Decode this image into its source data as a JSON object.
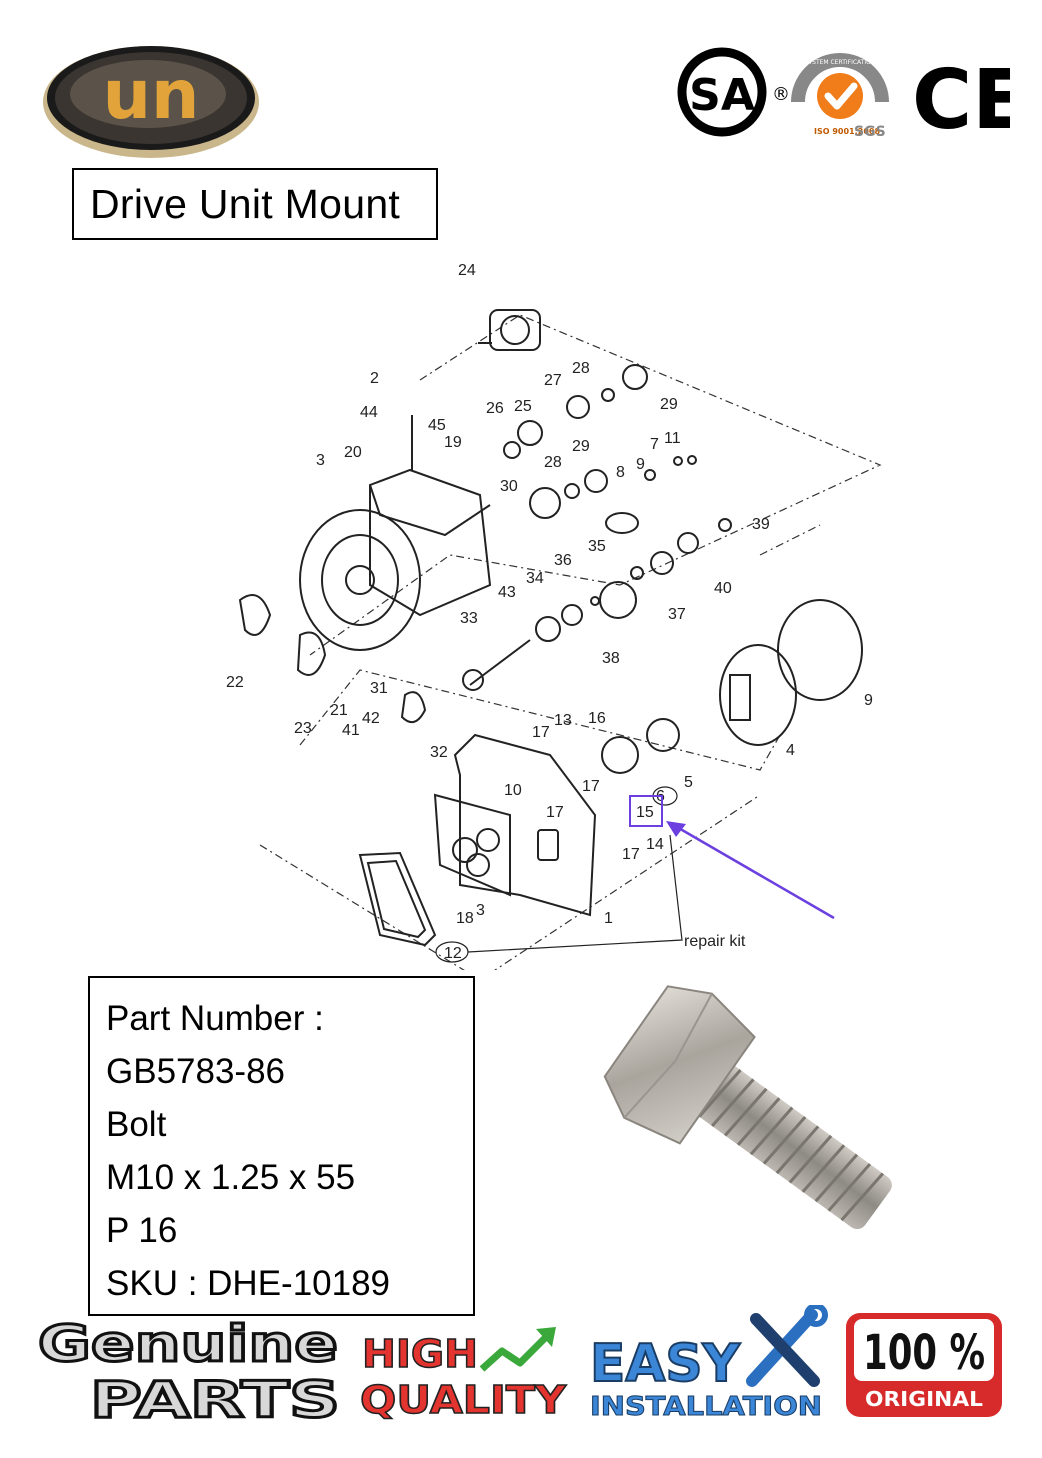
{
  "brand": {
    "logo_text": "un"
  },
  "certifications": {
    "csa_text": "SA",
    "registered_mark": "®",
    "sgs_ring_text": "SYSTEM CERTIFICATION",
    "sgs_iso_text": "ISO 9001:2008",
    "sgs_text": "SGS",
    "ce_text": "CE"
  },
  "title": "Drive Unit Mount",
  "diagram": {
    "callouts": [
      "24",
      "2",
      "44",
      "45",
      "19",
      "3",
      "20",
      "26",
      "25",
      "27",
      "28",
      "29",
      "28",
      "29",
      "30",
      "8",
      "9",
      "7",
      "11",
      "39",
      "35",
      "36",
      "34",
      "43",
      "40",
      "37",
      "33",
      "38",
      "9",
      "4",
      "22",
      "31",
      "21",
      "23",
      "42",
      "41",
      "32",
      "17",
      "13",
      "16",
      "5",
      "6",
      "10",
      "17",
      "17",
      "15",
      "14",
      "17",
      "1",
      "18",
      "3",
      "12"
    ],
    "repair_kit_label": "repair kit",
    "highlight_color": "#6b3fe0"
  },
  "part": {
    "part_number_label": "Part Number :",
    "part_number": "GB5783-86",
    "name": "Bolt",
    "size": "M10 x 1.25 x 55",
    "position": "P 16",
    "sku": "SKU : DHE-10189"
  },
  "badges": {
    "genuine_line1": "Genuine",
    "genuine_line2": "PARTS",
    "high_line1": "HIGH",
    "high_line2": "QUALITY",
    "easy_line1": "EASY",
    "easy_line2": "INSTALLATION",
    "original_line1": "100 %",
    "original_line2": "ORIGINAL"
  }
}
